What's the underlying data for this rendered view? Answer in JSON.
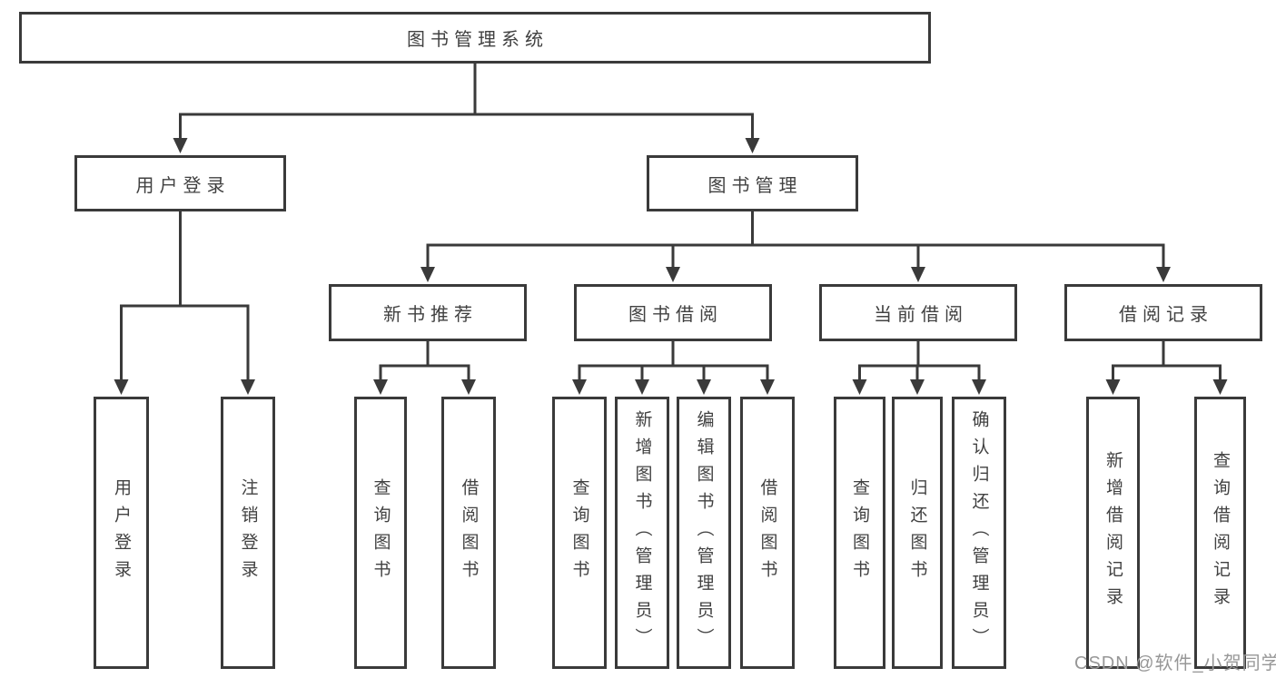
{
  "tree": {
    "root": {
      "label": "图书管理系统",
      "children": [
        {
          "label": "用户登录",
          "children": [
            {
              "label": "用户登录"
            },
            {
              "label": "注销登录"
            }
          ]
        },
        {
          "label": "图书管理",
          "children": [
            {
              "label": "新书推荐",
              "children": [
                {
                  "label": "查询图书"
                },
                {
                  "label": "借阅图书"
                }
              ]
            },
            {
              "label": "图书借阅",
              "children": [
                {
                  "label": "查询图书"
                },
                {
                  "label": "新增图书（管理员）"
                },
                {
                  "label": "编辑图书（管理员）"
                },
                {
                  "label": "借阅图书"
                }
              ]
            },
            {
              "label": "当前借阅",
              "children": [
                {
                  "label": "查询图书"
                },
                {
                  "label": "归还图书"
                },
                {
                  "label": "确认归还（管理员）"
                }
              ]
            },
            {
              "label": "借阅记录",
              "children": [
                {
                  "label": "新增借阅记录"
                },
                {
                  "label": "查询借阅记录"
                }
              ]
            }
          ]
        }
      ]
    }
  },
  "watermark": {
    "text": "CSDN @软件_小贺同学"
  },
  "colors": {
    "line": "#3a3a3a",
    "text": "#414141",
    "watermark": "#979797",
    "background": "#ffffff"
  }
}
